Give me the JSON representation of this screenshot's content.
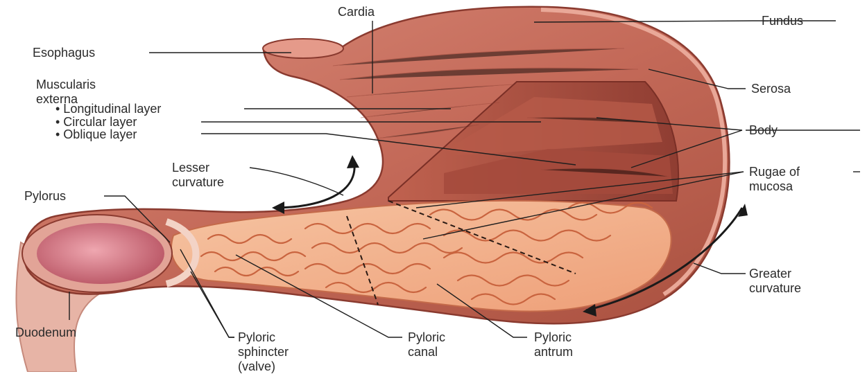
{
  "labels": {
    "cardia": "Cardia",
    "fundus": "Fundus",
    "esophagus": "Esophagus",
    "muscularis_1": "Muscularis",
    "muscularis_2": "externa",
    "longitudinal": "• Longitudinal layer",
    "circular": "• Circular layer",
    "oblique": "• Oblique layer",
    "serosa": "Serosa",
    "body": "Body",
    "lesser_1": "Lesser",
    "lesser_2": "curvature",
    "rugae_1": "Rugae of",
    "rugae_2": "mucosa",
    "pylorus": "Pylorus",
    "greater_1": "Greater",
    "greater_2": "curvature",
    "duodenum": "Duodenum",
    "sphincter_1": "Pyloric",
    "sphincter_2": "sphincter",
    "sphincter_3": "(valve)",
    "canal_1": "Pyloric",
    "canal_2": "canal",
    "antrum_1": "Pyloric",
    "antrum_2": "antrum"
  },
  "colors": {
    "muscle_outer": "#c8705f",
    "muscle_dark": "#a84c3f",
    "mucosa": "#f2b48e",
    "rugae_line": "#c9643f",
    "duodenum_lumen": "#d77c8a",
    "serosa": "#d9897a",
    "leader_line": "#1e1e1e"
  }
}
